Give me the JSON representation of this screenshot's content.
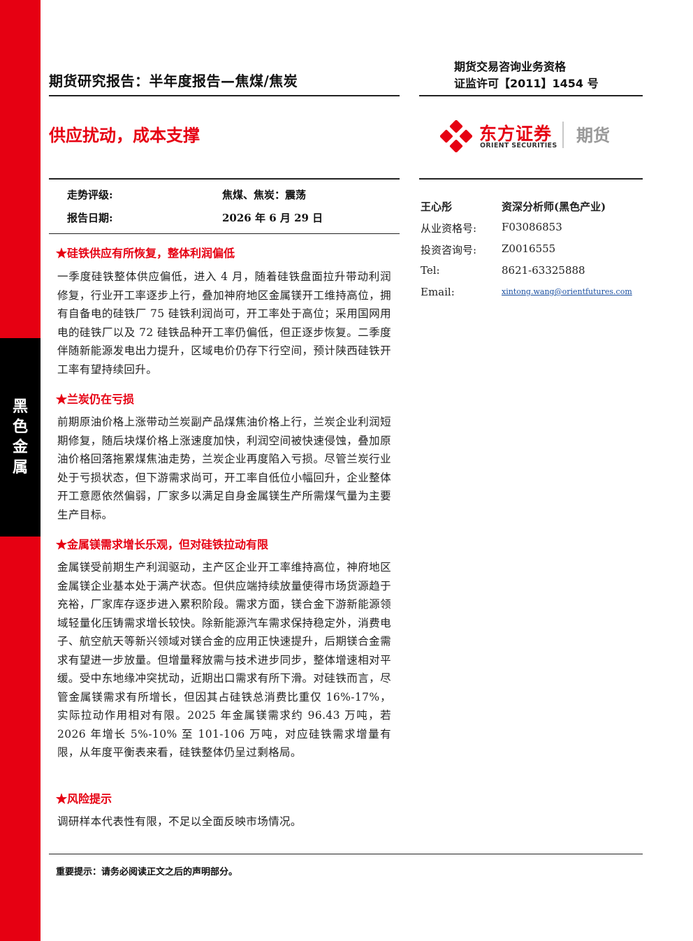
{
  "sidebar": {
    "label_chars": [
      "黑",
      "色",
      "金",
      "属"
    ]
  },
  "header": {
    "report_title": "期货研究报告：半年度报告—焦煤/焦炭",
    "headline": "供应扰动，成本支撑",
    "qualification_line1": "期货交易咨询业务资格",
    "qualification_line2": "证监许可【2011】1454 号"
  },
  "logo": {
    "cn_name": "东方证券",
    "en_name": "ORIENT SECURITIES",
    "division": "期货"
  },
  "rating": {
    "trend_label": "走势评级:",
    "trend_value": "焦煤、焦炭：震荡",
    "date_label": "报告日期:",
    "date_value": "2026 年 6 月 29 日"
  },
  "analyst": {
    "name": "王心彤",
    "title": "资深分析师(黑色产业)",
    "license_label": "从业资格号:",
    "license_value": "F03086853",
    "advisory_label": "投资咨询号:",
    "advisory_value": "Z0016555",
    "tel_label": "Tel:",
    "tel_value": "8621-63325888",
    "email_label": "Email:",
    "email_value": "xintong.wang@orientfutures.com"
  },
  "sections": [
    {
      "heading": "★硅铁供应有所恢复，整体利润偏低",
      "body": "一季度硅铁整体供应偏低，进入 4 月，随着硅铁盘面拉升带动利润修复，行业开工率逐步上行，叠加神府地区金属镁开工维持高位，拥有自备电的硅铁厂 75 硅铁利润尚可，开工率处于高位；采用国网用电的硅铁厂以及 72 硅铁品种开工率仍偏低，但正逐步恢复。二季度伴随新能源发电出力提升，区域电价仍存下行空间，预计陕西硅铁开工率有望持续回升。"
    },
    {
      "heading": "★兰炭仍在亏损",
      "body": "前期原油价格上涨带动兰炭副产品煤焦油价格上行，兰炭企业利润短期修复，随后块煤价格上涨速度加快，利润空间被快速侵蚀，叠加原油价格回落拖累煤焦油走势，兰炭企业再度陷入亏损。尽管兰炭行业处于亏损状态，但下游需求尚可，开工率自低位小幅回升，企业整体开工意愿依然偏弱，厂家多以满足自身金属镁生产所需煤气量为主要生产目标。"
    },
    {
      "heading": "★金属镁需求增长乐观，但对硅铁拉动有限",
      "body": "金属镁受前期生产利润驱动，主产区企业开工率维持高位，神府地区金属镁企业基本处于满产状态。但供应端持续放量使得市场货源趋于充裕，厂家库存逐步进入累积阶段。需求方面，镁合金下游新能源领域轻量化压铸需求增长较快。除新能源汽车需求保持稳定外，消费电子、航空航天等新兴领域对镁合金的应用正快速提升，后期镁合金需求有望进一步放量。但增量释放需与技术进步同步，整体增速相对平缓。受中东地缘冲突扰动，近期出口需求有所下滑。对硅铁而言，尽管金属镁需求有所增长，但因其占硅铁总消费比重仅 16%-17%，实际拉动作用相对有限。2025 年金属镁需求约 96.43 万吨，若 2026 年增长 5%-10% 至 101-106 万吨，对应硅铁需求增量有限，从年度平衡表来看，硅铁整体仍呈过剩格局。"
    },
    {
      "heading": "★风险提示",
      "body": "调研样本代表性有限，不足以全面反映市场情况。"
    }
  ],
  "footer": {
    "notice": "重要提示：请务必阅读正文之后的声明部分。"
  },
  "colors": {
    "brand_red": "#e60012",
    "sidebar_black": "#000000"
  }
}
